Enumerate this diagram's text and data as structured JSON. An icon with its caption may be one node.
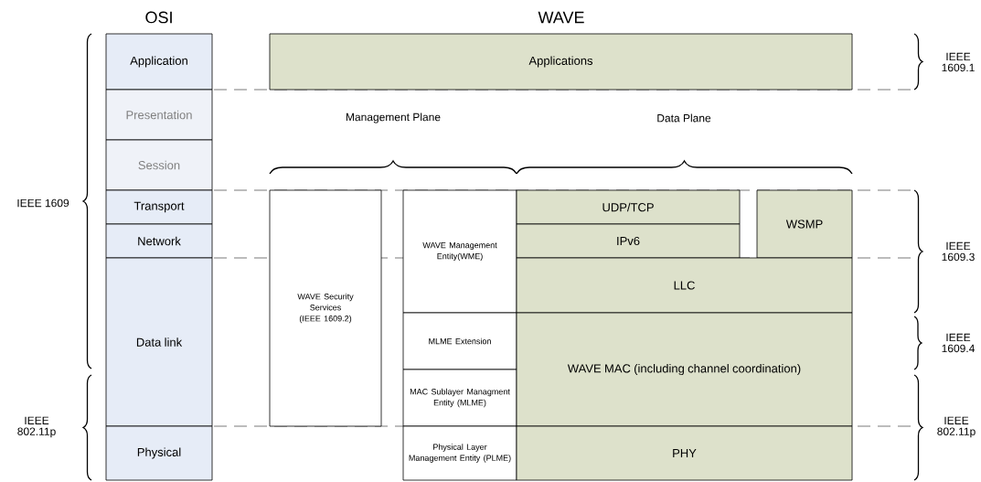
{
  "diagram": {
    "nodes": [
      {
        "text": [
          "Application"
        ]
      },
      {
        "text": [
          "Presentation"
        ]
      },
      {
        "text": [
          "Session"
        ]
      },
      {
        "text": [
          "Transport"
        ]
      },
      {
        "text": [
          "Network"
        ]
      },
      {
        "text": [
          "Data link"
        ]
      },
      {
        "text": [
          "Physical"
        ]
      },
      {
        "text": [
          "Applications"
        ]
      },
      {
        "text": [
          "WAVE Security Services (IEEE 1609.2)"
        ]
      },
      {
        "text": [
          "WAVE Management Entity(WME)"
        ]
      },
      {
        "text": [
          "MLME Extension"
        ]
      },
      {
        "text": [
          "MAC Sublayer Managment Entity (MLME)"
        ]
      },
      {
        "text": [
          "Physical Layer Management Entity (PLME)"
        ]
      },
      {
        "text": [
          "UDP/TCP"
        ]
      },
      {
        "text": [
          "IPv6"
        ]
      },
      {
        "text": [
          "WSMP"
        ]
      },
      {
        "text": [
          "LLC"
        ]
      },
      {
        "text": [
          "WAVE MAC (including channel coordination)"
        ]
      },
      {
        "text": [
          "PHY"
        ]
      }
    ],
    "labels": [
      "OSI",
      "WAVE",
      "Management Plane",
      "Data Plane",
      "IEEE 1609.1",
      "IEEE 1609",
      "IEEE 1609.3",
      "IEEE 1609.4",
      "IEEE 802.11p",
      "IEEE 802.11p"
    ]
  }
}
